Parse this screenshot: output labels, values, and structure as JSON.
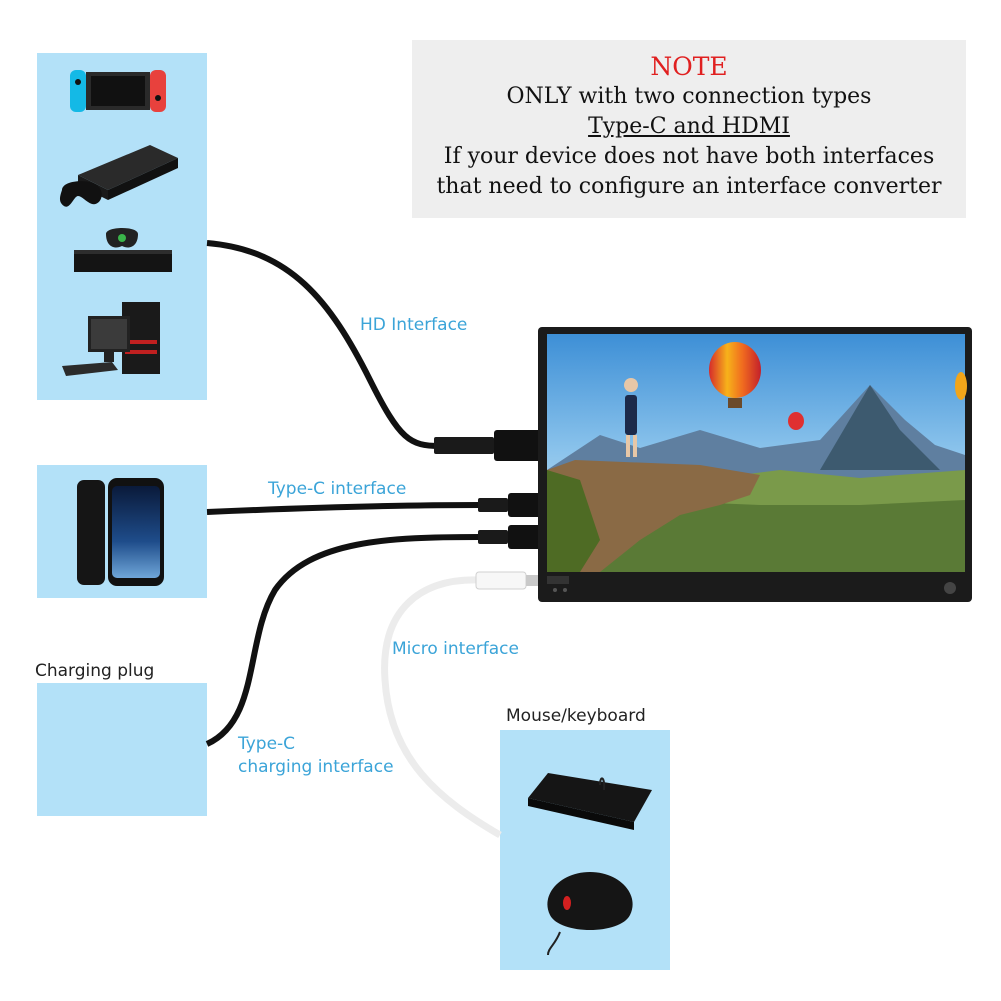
{
  "note": {
    "title": "NOTE",
    "lines": [
      "ONLY with two connection types",
      "Type-C and HDMI",
      "If your device does not have both interfaces",
      "that need to configure an interface converter"
    ]
  },
  "labels": {
    "hd_interface": "HD Interface",
    "typec_interface": "Type-C interface",
    "micro_interface": "Micro interface",
    "charging_plug": "Charging plug",
    "typec_charging_line1": "Type-C",
    "typec_charging_line2": "charging interface",
    "mouse_keyboard": "Mouse/keyboard"
  },
  "colors": {
    "panel": "#b3e1f8",
    "note_bg": "#eeeeee",
    "note_title": "#e02020",
    "label_blue": "#3ba4d8",
    "cable_black": "#111111",
    "cable_white": "#f2f2f2"
  },
  "icons": [
    "game-console-switch-icon",
    "game-console-ps3-icon",
    "game-console-xbox-icon",
    "desktop-computer-icon",
    "smartphone-icon",
    "monitor-icon",
    "keyboard-icon",
    "mouse-icon"
  ]
}
